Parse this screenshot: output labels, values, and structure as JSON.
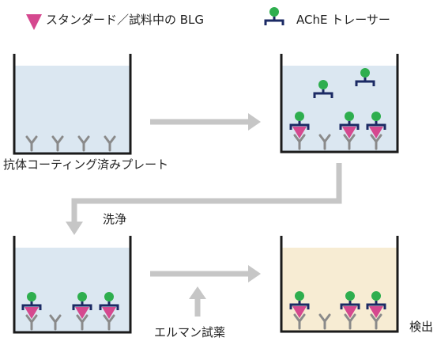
{
  "legend": {
    "standard_label": "スタンダード／試料中の BLG",
    "tracer_label": "AChE トレーサー"
  },
  "labels": {
    "plate": "抗体コーティング済みプレート",
    "wash": "洗浄",
    "ellman": "エルマン試薬",
    "detect": "検出"
  },
  "colors": {
    "well_liquid": "#dbe7f1",
    "detect_liquid": "#f7ecd3",
    "well_border": "#1a1a1a",
    "antibody": "#8a8a8a",
    "antigen": "#d5488f",
    "tracer_bar": "#1b2a64",
    "tracer_head": "#2eae4e",
    "arrow": "#c6c6c6"
  }
}
